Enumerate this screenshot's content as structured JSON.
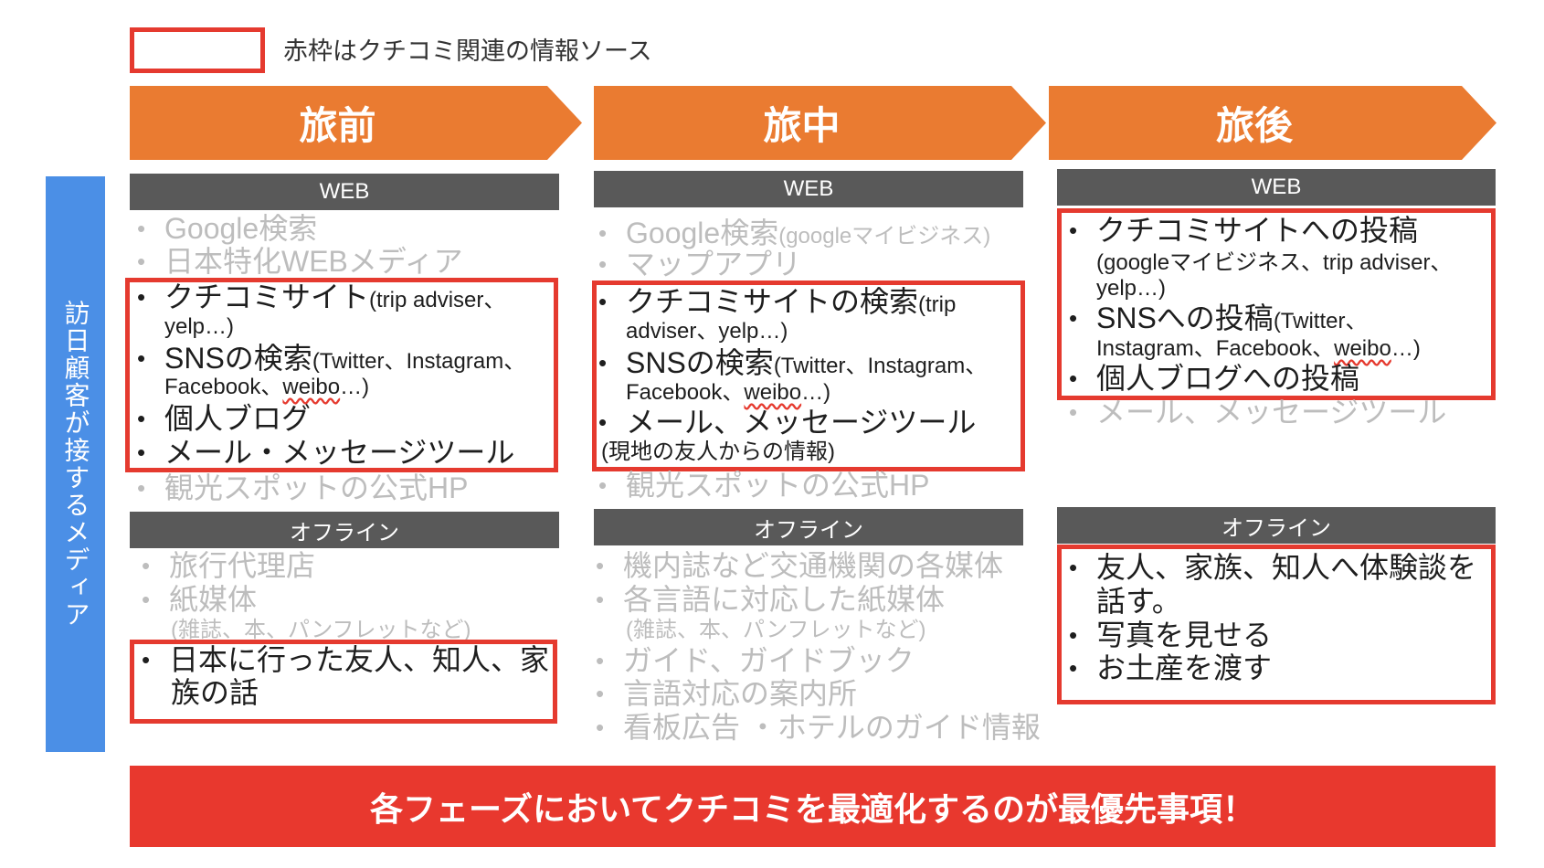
{
  "legend": {
    "text": "赤枠はクチコミ関連の情報ソース",
    "color": "#e53a2f"
  },
  "side_label": "訪日顧客が接するメディア",
  "phases": [
    "旅前",
    "旅中",
    "旅後"
  ],
  "headers": {
    "web": "WEB",
    "offline": "オフライン"
  },
  "col1": {
    "web_gray_1": "Google検索",
    "web_gray_2": "日本特化WEBメディア",
    "red_1a": "クチコミサイト",
    "red_1b": "(trip adviser、",
    "red_1c": "yelp…)",
    "red_2a": "SNSの検索",
    "red_2b": "(Twitter、Instagram、",
    "red_2c": "Facebook、",
    "red_2d": "weibo",
    "red_2e": "…)",
    "red_3": "個人ブログ",
    "red_4": "メール・メッセージツール",
    "web_gray_3": "観光スポットの公式HP",
    "off_gray_1": "旅行代理店",
    "off_gray_2": "紙媒体",
    "off_gray_2b": "(雑誌、本、パンフレットなど)",
    "off_red_1a": "日本に行った友人、知人、家",
    "off_red_1b": "族の話"
  },
  "col2": {
    "web_gray_1": "Google検索",
    "web_gray_1b": "(googleマイビジネス)",
    "web_gray_2": "マップアプリ",
    "red_1a": "クチコミサイトの検索",
    "red_1b": "(trip",
    "red_1c": "adviser、yelp…)",
    "red_2a": "SNSの検索",
    "red_2b": "(Twitter、Instagram、",
    "red_2c": "Facebook、",
    "red_2d": "weibo",
    "red_2e": "…)",
    "red_3": "メール、メッセージツール",
    "red_3b": "(現地の友人からの情報)",
    "web_gray_3": "観光スポットの公式HP",
    "off_gray_1": "機内誌など交通機関の各媒体",
    "off_gray_2": "各言語に対応した紙媒体",
    "off_gray_2b": "(雑誌、本、パンフレットなど)",
    "off_gray_3": "ガイド、ガイドブック",
    "off_gray_4": "言語対応の案内所",
    "off_gray_5": "看板広告 ・ホテルのガイド情報"
  },
  "col3": {
    "red_1": "クチコミサイトへの投稿",
    "red_1b": "(googleマイビジネス、trip adviser、",
    "red_1c": "yelp…)",
    "red_2a": "SNSへの投稿",
    "red_2b": "(Twitter、",
    "red_2c": "Instagram、Facebook、",
    "red_2d": "weibo",
    "red_2e": "…)",
    "red_3": "個人ブログへの投稿",
    "web_gray_1": "メール、メッセージツール",
    "off_red_1a": "友人、家族、知人へ体験談を",
    "off_red_1b": "話す。",
    "off_red_2": "写真を見せる",
    "off_red_3": "お土産を渡す"
  },
  "banner": "各フェーズにおいてクチコミを最適化するのが最優先事項！",
  "colors": {
    "orange": "#ea7b31",
    "red": "#e53a2f",
    "blue": "#4b8fe6",
    "header_gray": "#595959",
    "muted_text": "#bdbdbd"
  }
}
